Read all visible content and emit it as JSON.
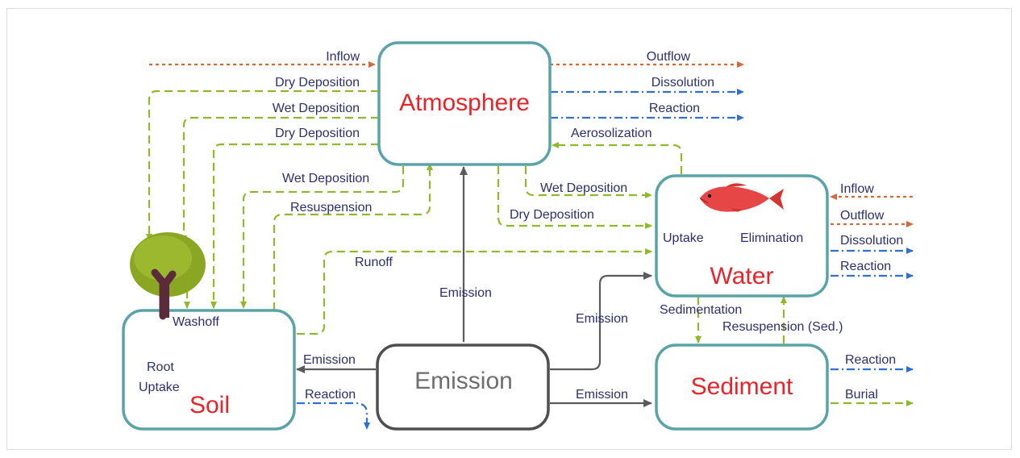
{
  "colors": {
    "compartment_border": "#5aa4a8",
    "emission_border": "#4f4f4f",
    "compartment_title": "#e8242a",
    "emission_title": "#6e6e6e",
    "label_text": "#2b2f6b",
    "deposition_arrow": "#8fb82b",
    "inflow_outflow_arrow": "#d2693a",
    "reaction_arrow": "#2f6fcf",
    "emission_arrow": "#5b5b5b"
  },
  "compartments": {
    "atmosphere": "Atmosphere",
    "water": "Water",
    "soil": "Soil",
    "sediment": "Sediment",
    "emission": "Emission"
  },
  "labels": {
    "atm_inflow": "Inflow",
    "atm_dry_deposition_1": "Dry Deposition",
    "atm_wet_deposition_1": "Wet Deposition",
    "atm_dry_deposition_2": "Dry Deposition",
    "atm_outflow": "Outflow",
    "atm_dissolution": "Dissolution",
    "atm_reaction": "Reaction",
    "aerosolization": "Aerosolization",
    "soil_wet_deposition": "Wet Deposition",
    "resuspension": "Resuspension",
    "runoff": "Runoff",
    "water_wet_deposition": "Wet Deposition",
    "water_dry_deposition": "Dry Deposition",
    "emission_atmosphere": "Emission",
    "emission_water": "Emission",
    "emission_soil": "Emission",
    "emission_sediment": "Emission",
    "water_inflow": "Inflow",
    "water_outflow": "Outflow",
    "water_dissolution": "Dissolution",
    "water_reaction": "Reaction",
    "uptake": "Uptake",
    "elimination": "Elimination",
    "sedimentation": "Sedimentation",
    "resuspension_sed": "Resuspension (Sed.)",
    "washoff": "Washoff",
    "root": "Root",
    "root_uptake": "Uptake",
    "soil_reaction": "Reaction",
    "sediment_reaction": "Reaction",
    "burial": "Burial"
  },
  "icons": {
    "fish": "fish-icon",
    "tree": "tree-icon"
  }
}
